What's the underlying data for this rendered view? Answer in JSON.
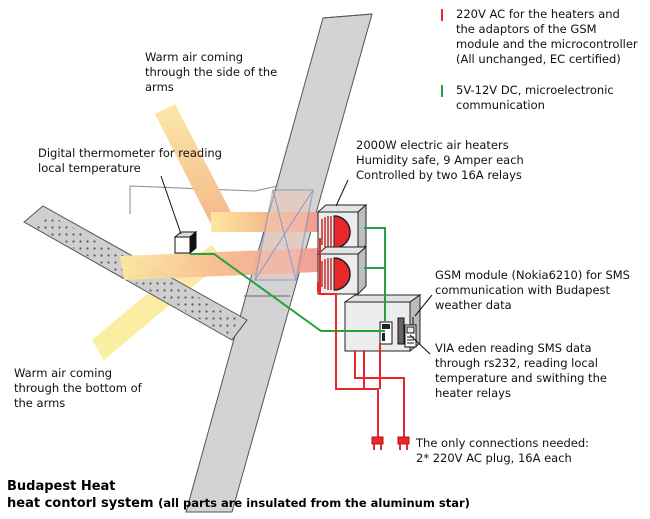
{
  "legend": {
    "ac_text": "220V AC for the heaters and\nthe adaptors of the GSM\nmodule and the microcontroller\n(All unchanged, EC certified)",
    "dc_text": "5V-12V DC, microelectronic\ncommunication",
    "ac_color": "#e8282b",
    "dc_color": "#27a13b"
  },
  "labels": {
    "warm_side": "Warm air coming\nthrough the side of the\narms",
    "thermometer": "Digital thermometer for reading\nlocal temperature",
    "heaters": "2000W electric air heaters\nHumidity safe, 9 Amper each\nControlled by two 16A relays",
    "gsm": "GSM module (Nokia6210) for SMS\ncommunication with Budapest\nweather data",
    "via": "VIA eden reading SMS data\nthrough rs232, reading local\ntemperature and swithing the\nheater relays",
    "warm_bottom": "Warm air coming\nthrough the bottom of\nthe arms",
    "connections": "The only connections needed:\n2* 220V AC plug, 16A each"
  },
  "title": {
    "line1": "Budapest Heat",
    "line2": "heat contorl system",
    "note": "(all parts are insulated from the aluminum star)"
  }
}
